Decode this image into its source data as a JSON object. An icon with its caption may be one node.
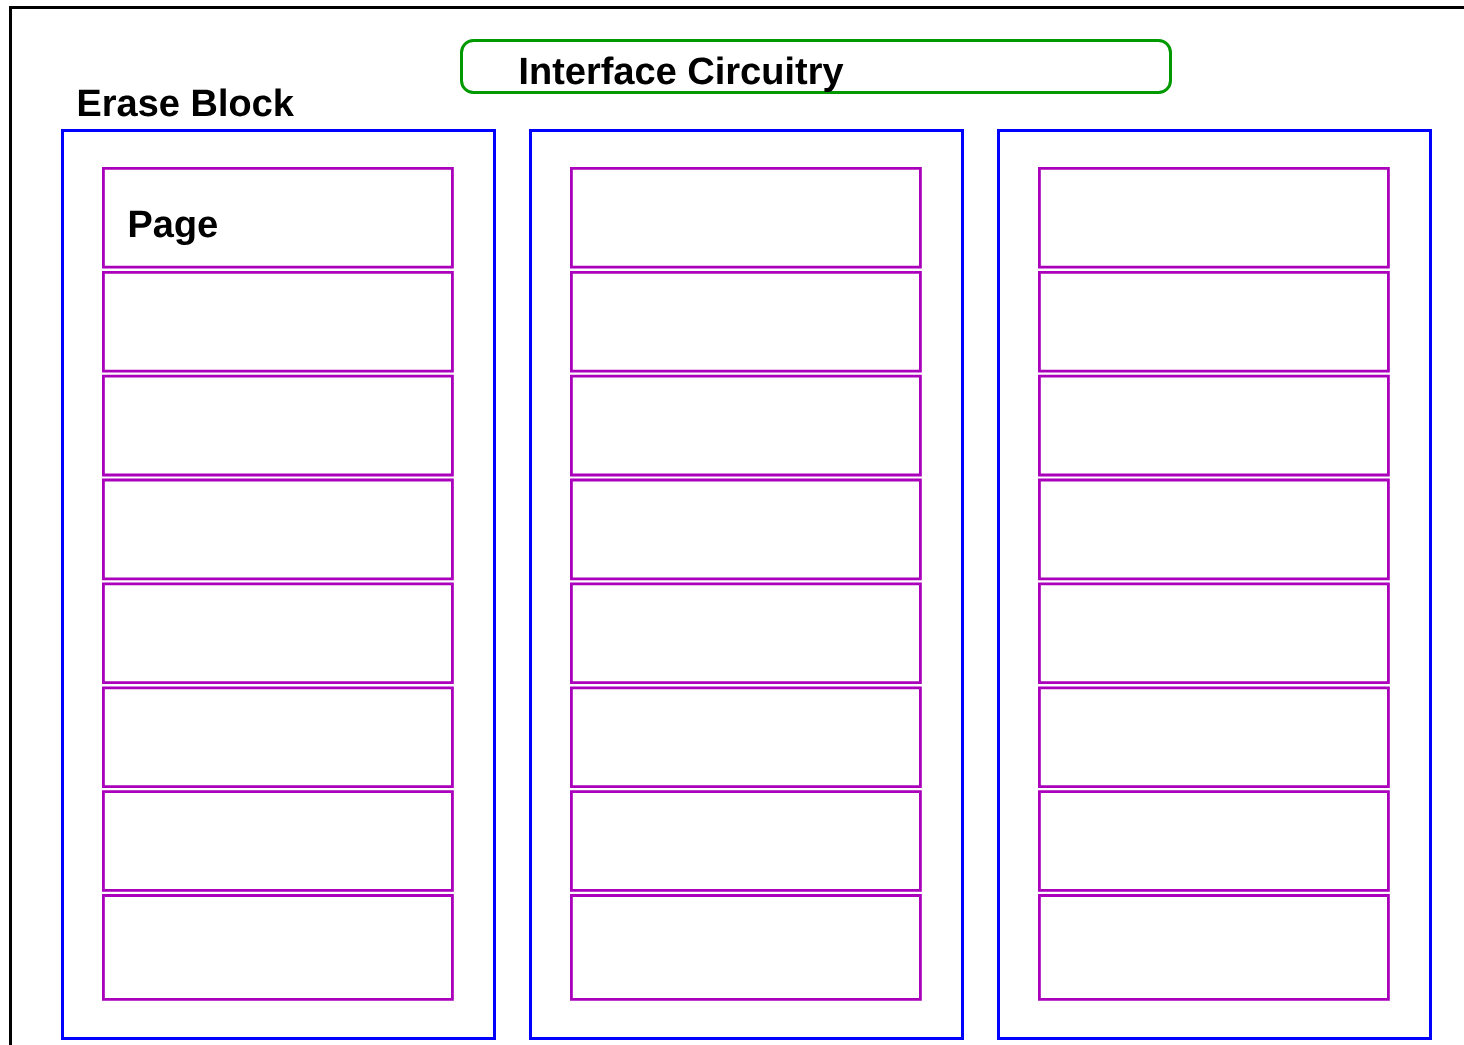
{
  "diagram": {
    "nodes": [
      {
        "text": [],
        "shape": "box"
      },
      {
        "text": [
          "Interface Circuitry"
        ],
        "in": 0
      },
      {
        "text": [
          "Erase Block"
        ],
        "in": 0
      },
      {
        "text": [
          "Page"
        ],
        "in": 2
      },
      {
        "text": [],
        "shape": "box",
        "in": 2
      },
      {
        "text": [],
        "shape": "box",
        "in": 2
      },
      {
        "text": [],
        "shape": "box",
        "in": 2
      },
      {
        "text": [],
        "shape": "box",
        "in": 2
      },
      {
        "text": [],
        "shape": "box",
        "in": 2
      },
      {
        "text": [],
        "shape": "box",
        "in": 2
      },
      {
        "text": [],
        "shape": "box",
        "in": 2
      },
      {
        "text": [],
        "shape": "box",
        "in": 0
      },
      {
        "text": [],
        "shape": "box",
        "in": 11
      },
      {
        "text": [],
        "shape": "box",
        "in": 11
      },
      {
        "text": [],
        "shape": "box",
        "in": 11
      },
      {
        "text": [],
        "shape": "box",
        "in": 11
      },
      {
        "text": [],
        "shape": "box",
        "in": 11
      },
      {
        "text": [],
        "shape": "box",
        "in": 11
      },
      {
        "text": [],
        "shape": "box",
        "in": 11
      },
      {
        "text": [],
        "shape": "box",
        "in": 11
      },
      {
        "text": [],
        "shape": "box",
        "in": 0
      },
      {
        "text": [],
        "shape": "box",
        "in": 20
      },
      {
        "text": [],
        "shape": "box",
        "in": 20
      },
      {
        "text": [],
        "shape": "box",
        "in": 20
      },
      {
        "text": [],
        "shape": "box",
        "in": 20
      },
      {
        "text": [],
        "shape": "box",
        "in": 20
      },
      {
        "text": [],
        "shape": "box",
        "in": 20
      },
      {
        "text": [],
        "shape": "box",
        "in": 20
      },
      {
        "text": [],
        "shape": "box",
        "in": 20
      }
    ]
  }
}
